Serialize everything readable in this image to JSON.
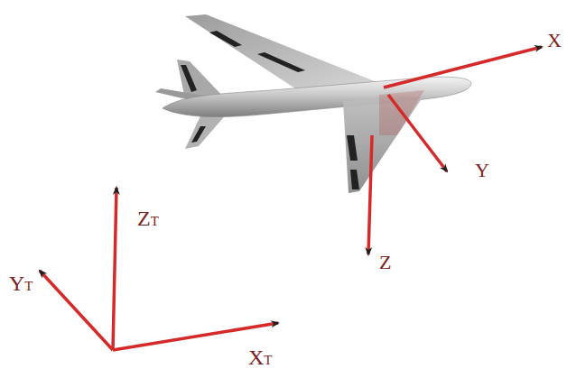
{
  "diagram": {
    "labels": [
      "X",
      "Y",
      "Z",
      "ZT",
      "YT",
      "XT"
    ]
  }
}
